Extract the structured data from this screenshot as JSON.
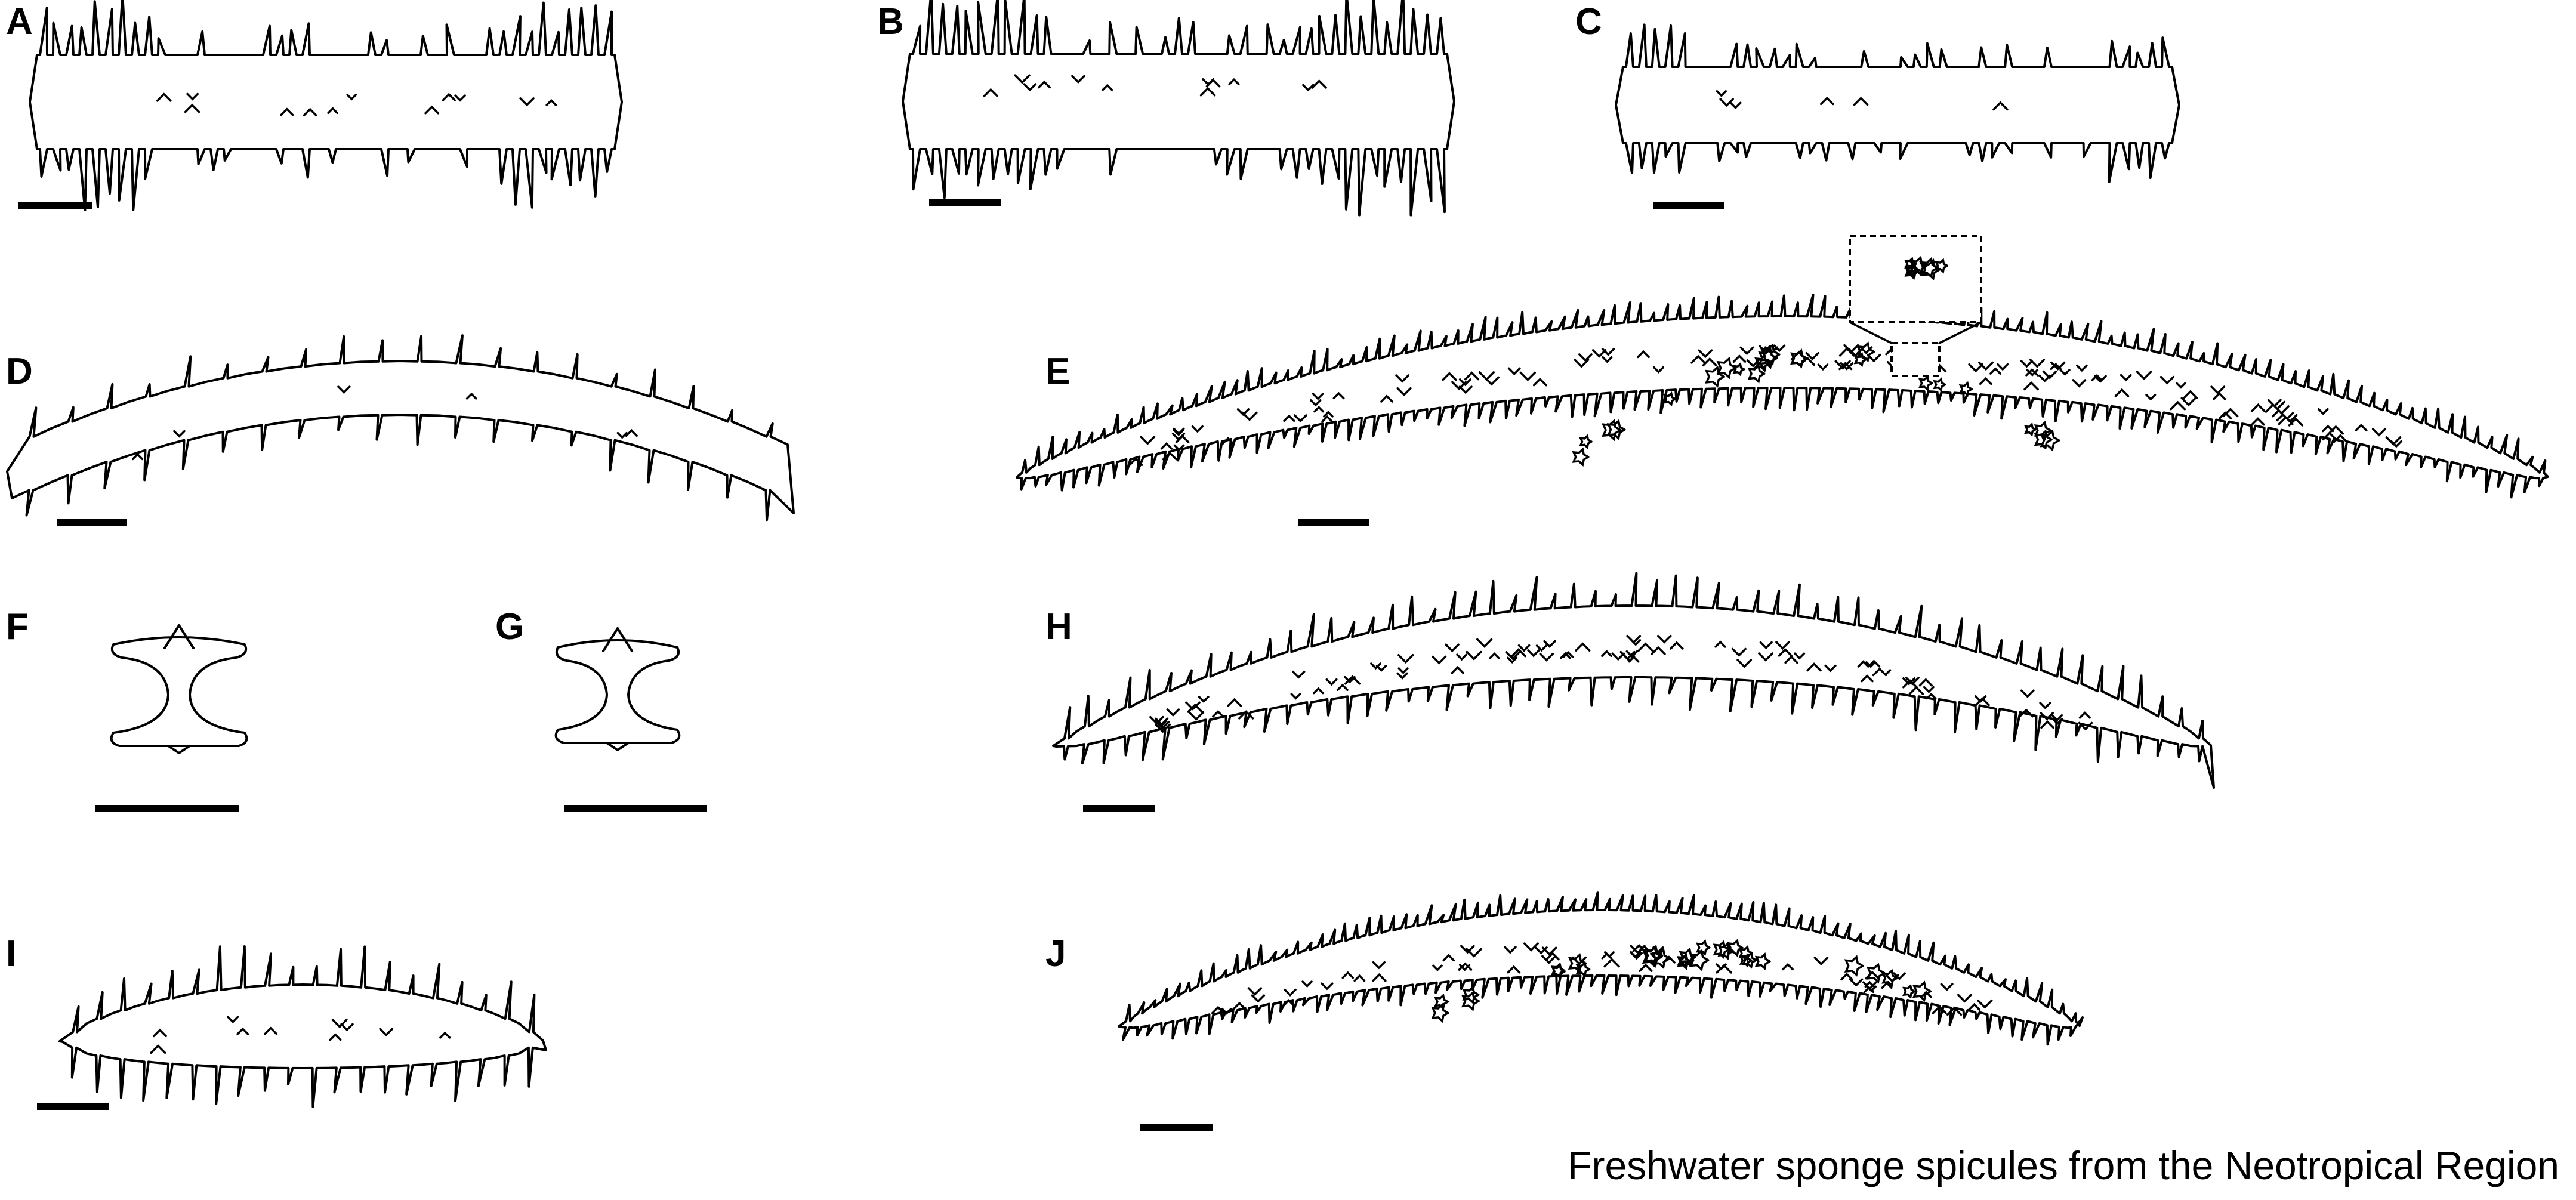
{
  "figure": {
    "panels": [
      {
        "label": "A",
        "subject": "birotule spicule, spined shaft"
      },
      {
        "label": "B",
        "subject": "birotule spicule, spined rotules"
      },
      {
        "label": "C",
        "subject": "birotule spicule, irregular rotules"
      },
      {
        "label": "D",
        "subject": "curved spicule, sparse spines"
      },
      {
        "label": "E",
        "subject": "long curved microsclere with stellate tubercles and inset"
      },
      {
        "label": "F",
        "subject": "short birotule"
      },
      {
        "label": "G",
        "subject": "short birotule"
      },
      {
        "label": "H",
        "subject": "curved spined megasclere"
      },
      {
        "label": "I",
        "subject": "short spined spicule"
      },
      {
        "label": "J",
        "subject": "curved microsclere with stellate tubercles"
      }
    ],
    "caption": "Freshwater sponge spicules from the Neotropical Region"
  }
}
